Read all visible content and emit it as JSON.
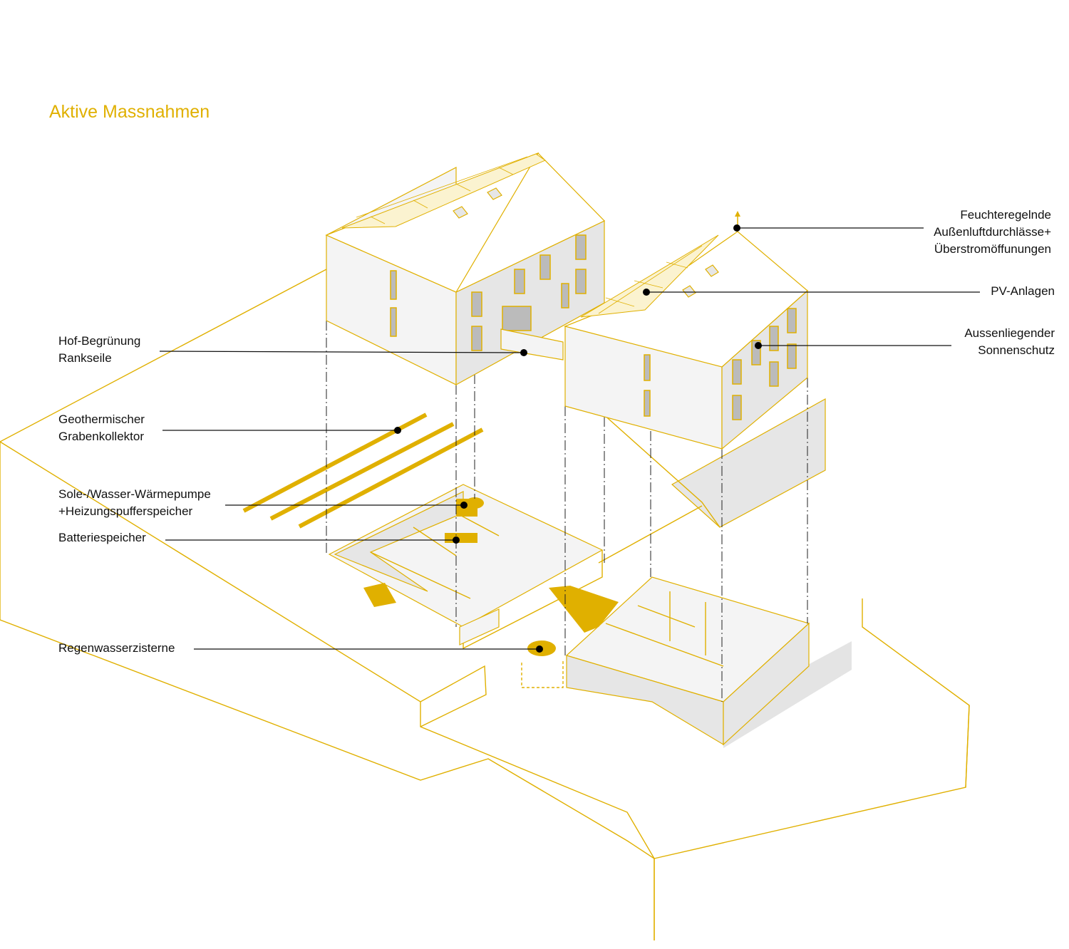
{
  "title": "Aktive Massnahmen",
  "labels": {
    "feuchte": [
      "Feuchteregelnde",
      "Außenluftdurchlässe+",
      "Überstromöffunungen"
    ],
    "pv": "PV-Anlagen",
    "sonnenschutz": [
      "Aussenliegender",
      "Sonnenschutz"
    ],
    "hof": [
      "Hof-Begrünung",
      "Rankseile"
    ],
    "geo": [
      "Geothermischer",
      "Grabenkollektor"
    ],
    "pumpe": [
      "Sole-/Wasser-Wärmepumpe",
      "+Heizungspufferspeicher"
    ],
    "batterie": "Batteriespeicher",
    "regen": "Regenwasserzisterne"
  },
  "colors": {
    "accent": "#e0b000",
    "line": "#111111"
  }
}
